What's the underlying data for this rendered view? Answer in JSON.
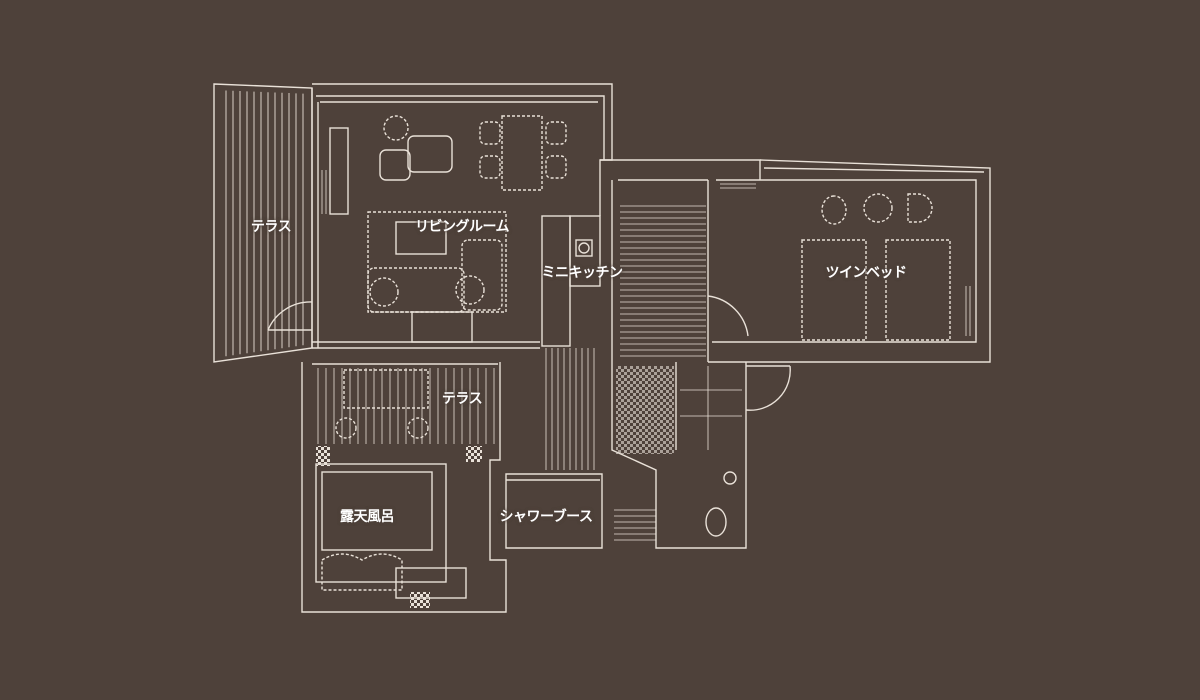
{
  "colors": {
    "background": "#4e413a",
    "line": "#e9e1d8",
    "label": "#ffffff"
  },
  "rooms": {
    "terrace_west": "テラス",
    "living_room": "リビングルーム",
    "mini_kitchen": "ミニキッチン",
    "twin_bed": "ツインベッド",
    "terrace_south": "テラス",
    "open_air_bath": "露天風呂",
    "shower_booth": "シャワーブース"
  }
}
